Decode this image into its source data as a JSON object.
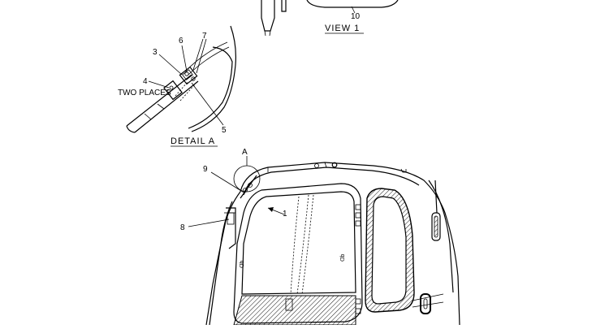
{
  "view_caption": "VIEW 1",
  "detail_caption": "DETAIL A",
  "two_places_note": "TWO PLACES",
  "callouts": {
    "c10": "10",
    "c3": "3",
    "c4": "4",
    "c5": "5",
    "c6": "6",
    "c7": "7",
    "c8": "8",
    "c9": "9",
    "cA": "A",
    "c1": "1"
  }
}
